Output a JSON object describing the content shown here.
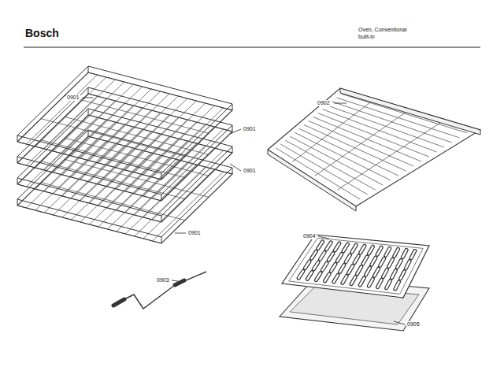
{
  "diagram": {
    "title": "Bosch",
    "labels": [
      "Oven, Conventional built-in",
      "0901",
      "0902",
      "0901",
      "0901",
      "0901",
      "0904",
      "0903",
      "0905"
    ]
  }
}
